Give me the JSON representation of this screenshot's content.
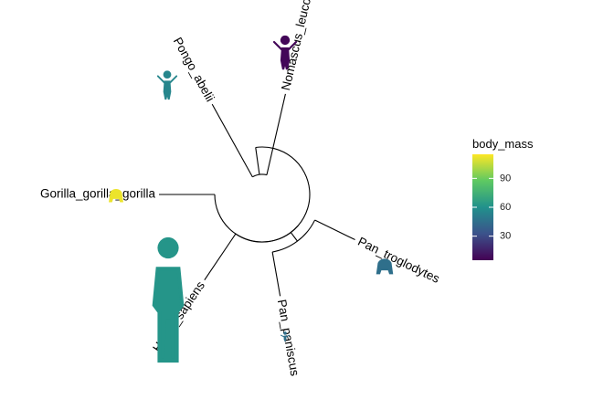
{
  "chart_data": {
    "type": "tree",
    "layout": "circular",
    "tips": [
      {
        "label": "Nomascus_leucogenys",
        "body_mass": 7
      },
      {
        "label": "Pongo_abelii",
        "body_mass": 55
      },
      {
        "label": "Gorilla_gorilla_gorilla",
        "body_mass": 112
      },
      {
        "label": "Homo_sapiens",
        "body_mass": 62
      },
      {
        "label": "Pan_paniscus",
        "body_mass": 45
      },
      {
        "label": "Pan_troglodytes",
        "body_mass": 45
      }
    ],
    "legend": {
      "title": "body_mass",
      "ticks": [
        30,
        60,
        90
      ],
      "min": 5,
      "max": 115,
      "placement": "right",
      "palette": [
        "#440154",
        "#3b528b",
        "#21918c",
        "#5ec962",
        "#fde725"
      ]
    }
  }
}
